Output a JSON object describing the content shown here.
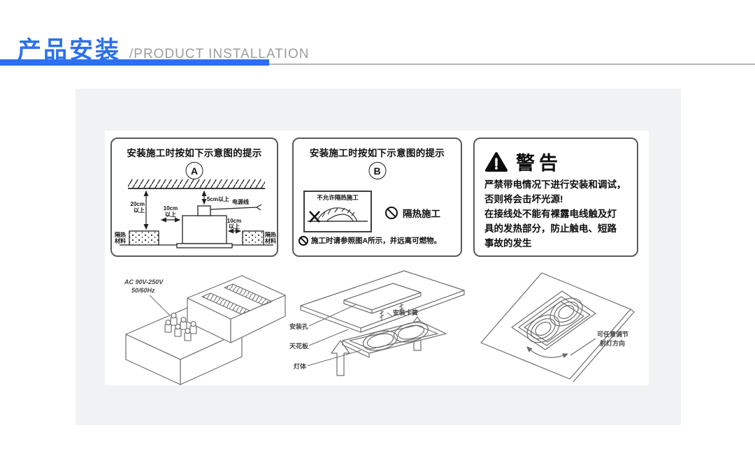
{
  "header": {
    "title": "产品安装",
    "subtitle": "/PRODUCT INSTALLATION"
  },
  "panels": {
    "a": {
      "title": "安装施工时按如下示意图的提示",
      "badge": "A",
      "labels": {
        "left_clearance_line1": "20cm",
        "left_clearance_line2": "以上",
        "left_gap_line1": "10cm",
        "left_gap_line2": "以上",
        "top_clearance": "5cm以上",
        "power_cord": "电源线",
        "right_gap_line1": "10cm",
        "right_gap_line2": "以上",
        "insulation_line1": "隔热",
        "insulation_line2": "材料"
      }
    },
    "b": {
      "title": "安装施工时按如下示意图的提示",
      "badge": "B",
      "no_insulation_caption": "不允许隔热施工",
      "prohibited_label": "隔热施工",
      "note": "施工时请参照图A所示，并远离可燃物。"
    },
    "warning": {
      "title": "警告",
      "lines": [
        "严禁带电情况下进行安装和调试，",
        "否则将会击坏光源!",
        "在接线处不能有裸露电线触及灯",
        "具的发热部分，防止触电、短路",
        "事故的发生"
      ]
    }
  },
  "sketches": {
    "driver": {
      "voltage_line1": "AC 90V-250V",
      "voltage_line2": "50/60Hz"
    },
    "mounting": {
      "hole_label": "安装孔",
      "ceiling_label": "天花板",
      "clip_label": "安装卡簧",
      "body_label": "灯体"
    },
    "adjust": {
      "label_line1": "可任意调节",
      "label_line2": "射灯方向"
    }
  },
  "colors": {
    "accent": "#2c70ee",
    "card": "#f1f2f3",
    "rule": "#b3b3b3",
    "ink": "#111111",
    "sketch": "#6e6e6e"
  }
}
